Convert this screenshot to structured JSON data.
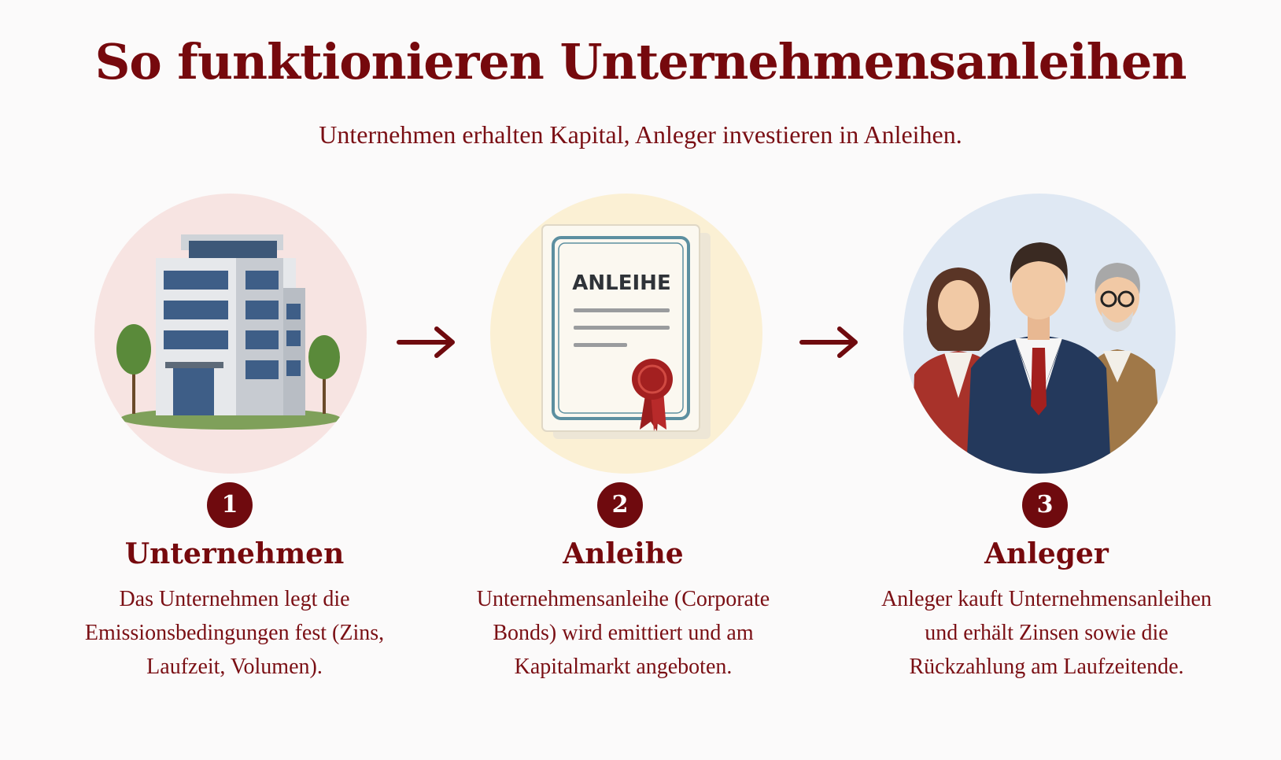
{
  "title": "So funktionieren Unternehmensanleihen",
  "subtitle": "Unternehmen erhalten Kapital, Anleger investieren in Anleihen.",
  "steps": [
    {
      "number": "1",
      "title": "Unternehmen",
      "description": "Das Unternehmen legt die Emissionsbedingungen fest (Zins, Laufzeit, Volumen).",
      "illustration": "office-building-icon"
    },
    {
      "number": "2",
      "title": "Anleihe",
      "description": "Unternehmensanleihe (Corporate Bonds) wird emittiert und am Kapitalmarkt angeboten.",
      "illustration": "bond-certificate-icon",
      "certificate_label": "ANLEIHE"
    },
    {
      "number": "3",
      "title": "Anleger",
      "description": "Anleger kauft Unternehmensanleihen und erhält Zinsen sowie die Rückzahlung am Laufzeitende.",
      "illustration": "investors-group-icon"
    }
  ],
  "colors": {
    "accent": "#76090d",
    "circle1": "#f7e4e2",
    "circle2": "#fbf0d4",
    "circle3": "#dfe8f3"
  }
}
